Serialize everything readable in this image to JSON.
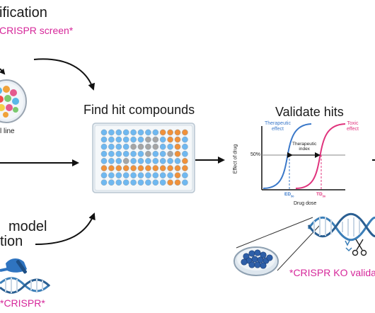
{
  "left_top": {
    "title_fragment": "ification",
    "subtitle_fragment": "CRISPR screen*",
    "cell_line_fragment": "l line"
  },
  "left_bottom": {
    "title_line1": "model",
    "title_line2": "tion",
    "tag": "*CRISPR*"
  },
  "center": {
    "title": "Find hit compounds"
  },
  "right": {
    "title": "Validate hits",
    "therapeutic_effect": [
      "Therapeutic",
      "effect"
    ],
    "toxic_effect": [
      "Toxic",
      "effect"
    ],
    "therapeutic_index": [
      "Therapeutic",
      "index"
    ],
    "pct_label": "50%",
    "y_axis": "Effect of drug",
    "x_axis": "Drug dose",
    "ed_label": "ED",
    "ed_sub": "50",
    "td_label": "TD",
    "td_sub": "50",
    "ko_tag": "*CRISPR KO valida"
  },
  "colors": {
    "magenta": "#d6279a",
    "blue_curve": "#3a78c9",
    "red_curve": "#e0337d",
    "well_blue": "#6fb8f0",
    "well_gray": "#a5a5a5",
    "well_orange": "#f0913a",
    "dna_blue": "#3c7fb8"
  },
  "plate": {
    "rows": [
      "BBBBBBBBOOOO",
      "BBBBBBGGBOOB",
      "BBBBGGGGBBOB",
      "BBBBBBGBBGOB",
      "BBBGBBBBBBBO",
      "OOOOOOOOOOOO",
      "BBBBBBBBBBOB",
      "BBBBBBBBBOOB"
    ]
  }
}
